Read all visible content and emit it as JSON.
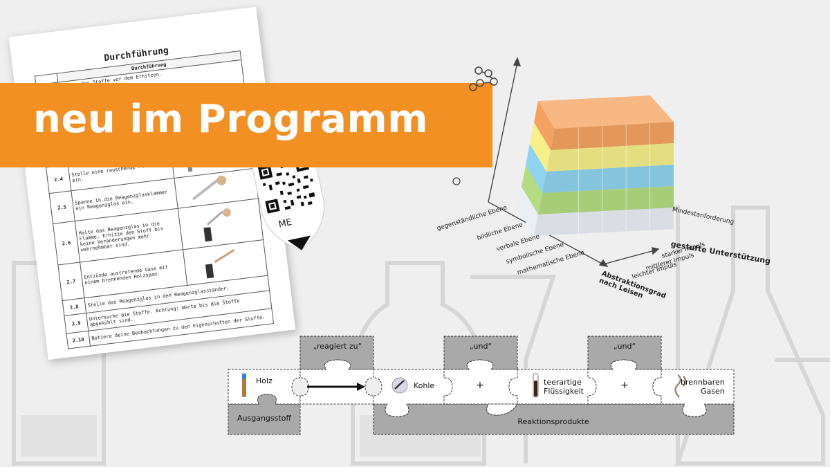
{
  "banner": {
    "text": "neu im Programm"
  },
  "worksheet": {
    "title": "Durchführung",
    "table_header": "Durchführung",
    "first_row_fragment": "haften der Stoffe vor dem Erhitzen.",
    "rows": [
      {
        "num": "2.4",
        "text": "Stelle eine rauschende Flamme ein."
      },
      {
        "num": "2.5",
        "text": "Spanne in die Reagenzglasklammer ein Reagenzglas ein."
      },
      {
        "num": "2.6",
        "text": "Halte das Reagenzglas in die Flamme. Erhitze den Stoff bis keine Veränderungen mehr wahrnehmbar sind."
      },
      {
        "num": "2.7",
        "text": "Entzünde austretende Gase mit einem brennenden Holzspan."
      },
      {
        "num": "2.8",
        "text": "Stelle das Reagenzglas in den Reagenzglasständer."
      },
      {
        "num": "2.9",
        "text": "Untersuche die Stoffe. Achtung: Warte bis die Stoffe abgekühlt sind."
      },
      {
        "num": "2.10",
        "text": "Notiere deine Beobachtungen zu den Eigenschaften der Stoffe."
      }
    ]
  },
  "qr_pin": {
    "label": "ME"
  },
  "cube": {
    "x_axis_levels": [
      "gegenständliche Ebene",
      "bildliche Ebene",
      "verbale Ebene",
      "symbolische Ebene",
      "mathematische Ebene"
    ],
    "x_axis_title": "Abstraktionsgrad nach Leisen",
    "y_axis_levels": [
      "Mindestanforderung",
      "gestufte Unterstützung",
      "starker Impuls",
      "mittlerer Impuls",
      "leichter Impuls"
    ],
    "layer_colors": [
      "#f4a261",
      "#f6ef8a",
      "#8fd3ee",
      "#b5dc82",
      "#eaeef5"
    ]
  },
  "puzzle": {
    "start_label": "Ausgangsstoff",
    "start_item": "Holz",
    "reacts_to": "„reagiert zu“",
    "and_1": "„und“",
    "and_2": "„und“",
    "product_1": "Kohle",
    "plus_1": "+",
    "product_2_line1": "teerartige",
    "product_2_line2": "Flüssigkeit",
    "plus_2": "+",
    "product_3_line1": "brennbaren",
    "product_3_line2": "Gasen",
    "products_label": "Reaktionsprodukte"
  }
}
